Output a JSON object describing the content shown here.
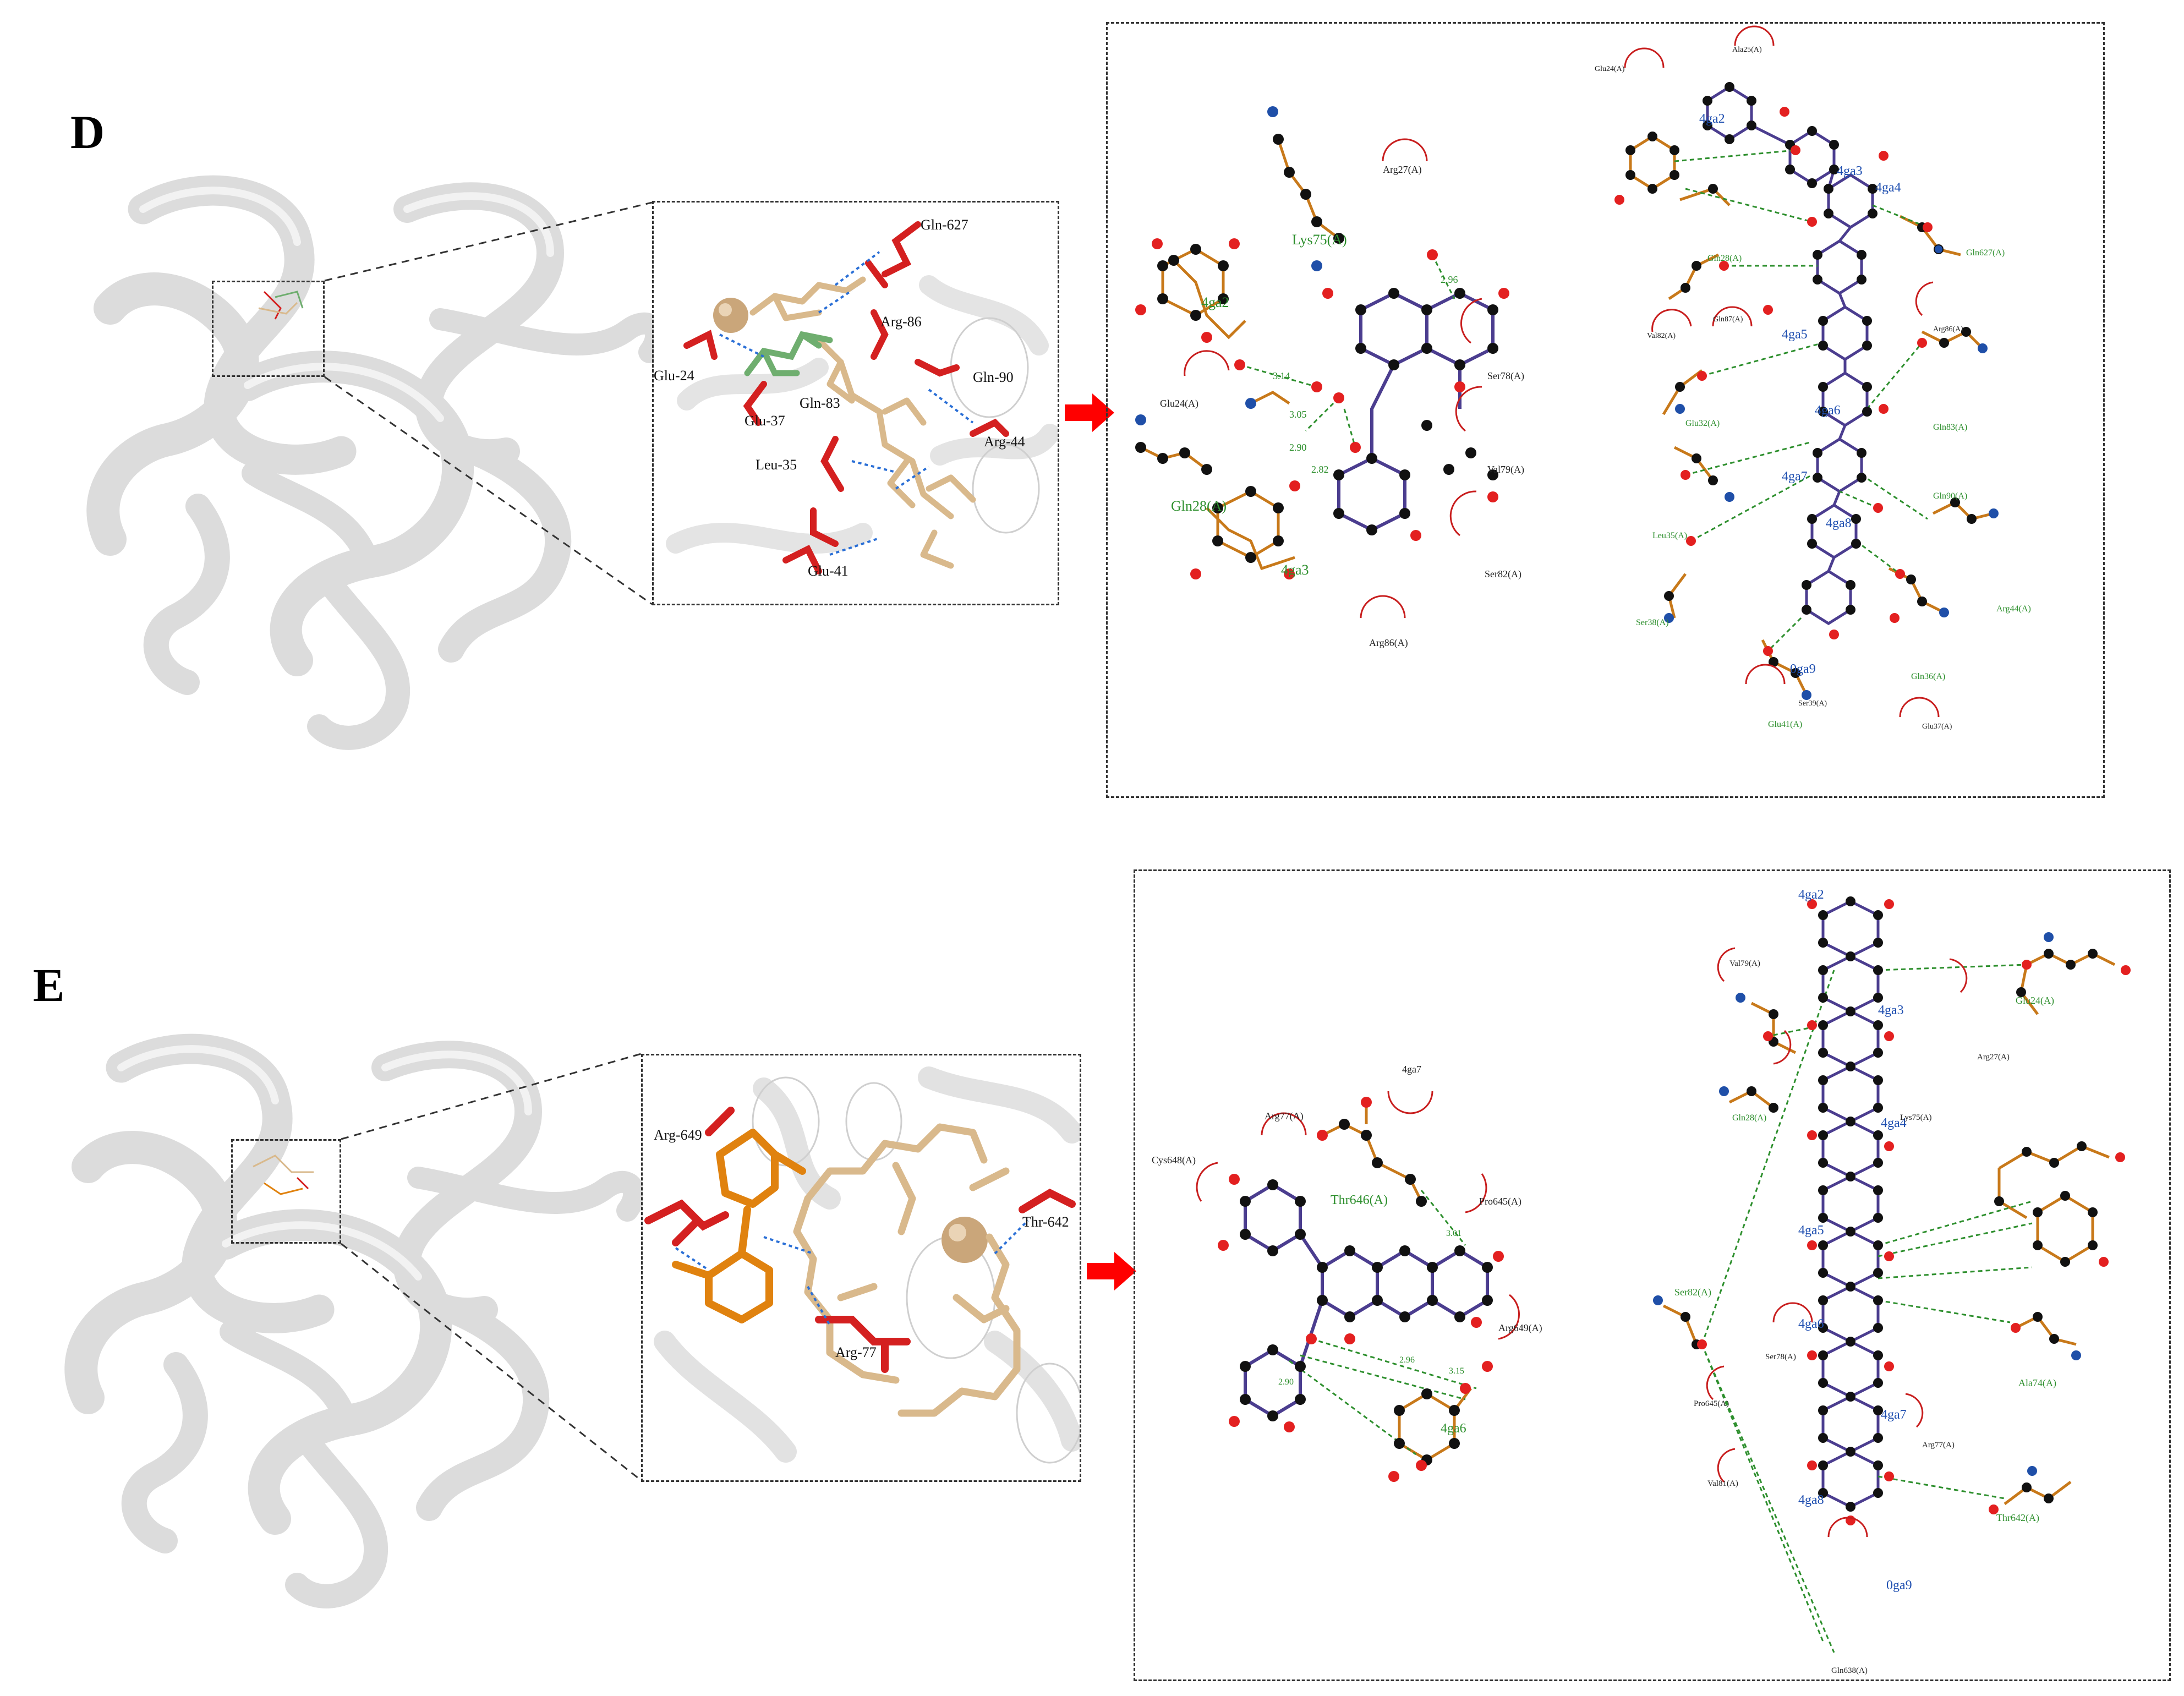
{
  "panels": {
    "D": {
      "letter": "D",
      "closeup_labels": [
        "Gln-627",
        "Arg-86",
        "Glu-24",
        "Gln-90",
        "Glu-37",
        "Gln-83",
        "Arg-44",
        "Leu-35",
        "Glu-41"
      ],
      "ligplot_left": {
        "hbond_residues": [
          "Lys75(A)",
          "Gln28(A)"
        ],
        "ligands": [
          "4ga2",
          "4ga3"
        ],
        "hydrophobic": [
          "Arg27(A)",
          "Glu24(A)",
          "Ser78(A)",
          "Val79(A)",
          "Ser82(A)",
          "Arg86(A)"
        ],
        "distances": [
          "2.96",
          "3.14",
          "3.05",
          "2.90",
          "2.82"
        ]
      },
      "ligplot_right": {
        "ligands": [
          "4ga2",
          "4ga3",
          "4ga4",
          "4ga5",
          "4ga6",
          "4ga7",
          "4ga8",
          "0ga9"
        ],
        "hbond_residues": [
          "Gln28(A)",
          "Gln627(A)",
          "Glu32(A)",
          "Gln83(A)",
          "Gln90(A)",
          "Leu35(A)",
          "Ser38(A)",
          "Arg44(A)",
          "Gln36(A)",
          "Glu41(A)"
        ],
        "hydrophobic": [
          "Glu24(A)",
          "Ala25(A)",
          "Val82(A)",
          "Gln87(A)",
          "Arg86(A)",
          "Ser39(A)",
          "Glu37(A)"
        ]
      }
    },
    "E": {
      "letter": "E",
      "closeup_labels": [
        "Arg-649",
        "Thr-642",
        "Arg-77"
      ],
      "ligplot_left": {
        "hbond_residues": [
          "Thr646(A)"
        ],
        "ligands": [
          "4ga6"
        ],
        "hydrophobic": [
          "4ga7",
          "Arg77(A)",
          "Cys648(A)",
          "Pro645(A)",
          "Arg649(A)"
        ],
        "distances": [
          "3.01",
          "2.90",
          "2.96",
          "3.15"
        ]
      },
      "ligplot_right": {
        "ligands": [
          "4ga2",
          "4ga3",
          "4ga4",
          "4ga5",
          "4ga6",
          "4ga7",
          "4ga8",
          "0ga9"
        ],
        "hbond_residues": [
          "Glu24(A)",
          "Gln28(A)",
          "Ser82(A)",
          "Ala74(A)",
          "Thr642(A)"
        ],
        "hydrophobic": [
          "Val79(A)",
          "Arg27(A)",
          "Lys75(A)",
          "Ser78(A)",
          "Pro645(A)",
          "Arg77(A)",
          "Val81(A)",
          "Gln638(A)"
        ]
      }
    }
  },
  "colors": {
    "protein": "#d9d9d9",
    "residue_red": "#d42020",
    "ligand_tan": "#d9b98c",
    "ligand_green": "#6fae6f",
    "ligand_orange": "#e0820f",
    "hbond_green": "#2d8f2d",
    "hbond_blue": "#2a6fd6",
    "bond_purple": "#4b3d8f",
    "bond_orange": "#c8791a",
    "arrow_red": "#ff0000"
  }
}
